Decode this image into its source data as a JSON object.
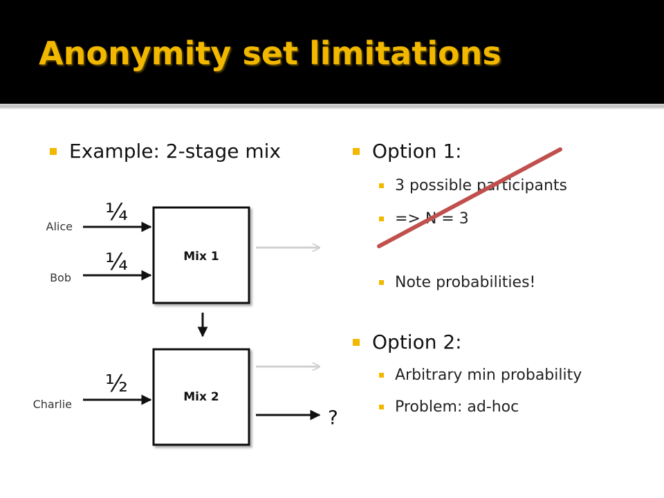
{
  "slide": {
    "title": "Anonymity set limitations",
    "left_bullet": "Example: 2-stage mix",
    "option1": {
      "heading": "Option 1:",
      "items": [
        "3 possible participants",
        "=> N = 3",
        "Note probabilities!"
      ]
    },
    "option2": {
      "heading": "Option 2:",
      "items": [
        "Arbitrary min probability",
        "Problem: ad-hoc"
      ]
    }
  },
  "diagram": {
    "mix1_label": "Mix 1",
    "mix2_label": "Mix 2",
    "senders": [
      "Alice",
      "Bob",
      "Charlie"
    ],
    "probabilities": [
      "¼",
      "¼",
      "½"
    ],
    "output_label": "?"
  },
  "colors": {
    "title": "#f2b800",
    "bullet": "#f2b800",
    "strike": "#c0504d",
    "faded_arrow": "#d0d0d0"
  }
}
